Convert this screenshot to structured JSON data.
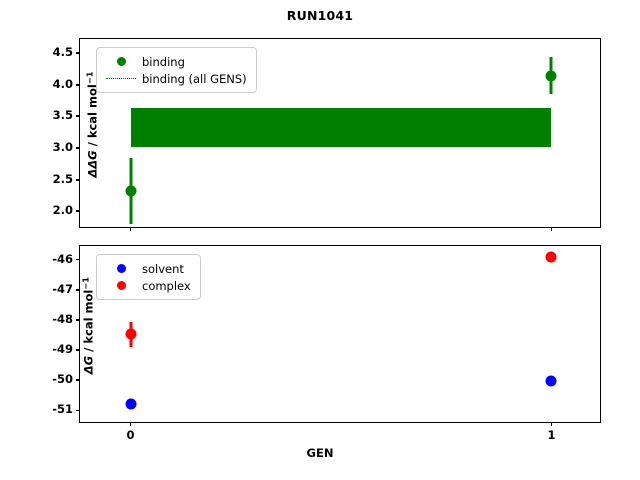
{
  "figure": {
    "title": "RUN1041",
    "xlabel": "GEN",
    "colors": {
      "binding": "#008000",
      "binding_band": "#008000",
      "solvent": "#0000ff",
      "complex": "#ff0000",
      "axis": "#000000",
      "background": "#ffffff"
    }
  },
  "top_panel": {
    "ylabel": "ΔΔG / kcal mol⁻¹",
    "yticks": [
      "2.0",
      "2.5",
      "3.0",
      "3.5",
      "4.0",
      "4.5"
    ],
    "xticks": [
      "0",
      "1"
    ],
    "legend": [
      {
        "label": "binding",
        "marker": "dot",
        "color": "#008000"
      },
      {
        "label": "binding (all GENS)",
        "marker": "dotted-line",
        "color": "#008000"
      }
    ]
  },
  "bottom_panel": {
    "ylabel": "ΔG / kcal mol⁻¹",
    "yticks": [
      "-51",
      "-50",
      "-49",
      "-48",
      "-47",
      "-46"
    ],
    "xticks": [
      "0",
      "1"
    ],
    "legend": [
      {
        "label": "solvent",
        "marker": "dot",
        "color": "#0000ff"
      },
      {
        "label": "complex",
        "marker": "dot",
        "color": "#ff0000"
      }
    ]
  },
  "chart_data": [
    {
      "type": "scatter",
      "panel": "top",
      "title": "RUN1041",
      "xlabel": "GEN",
      "ylabel": "ΔΔG / kcal mol⁻¹",
      "x": [
        0,
        1
      ],
      "xticklabels": [
        "0",
        "1"
      ],
      "xlim": [
        -0.12,
        1.12
      ],
      "ylim": [
        1.72,
        4.72
      ],
      "yticks": [
        2.0,
        2.5,
        3.0,
        3.5,
        4.0,
        4.5
      ],
      "grid": false,
      "legend_position": "upper left",
      "series": [
        {
          "name": "binding",
          "color": "#008000",
          "marker": "o",
          "values": [
            2.32,
            4.14
          ],
          "yerr": [
            0.52,
            0.29
          ]
        },
        {
          "name": "binding (all GENS)",
          "color": "#008000",
          "style": "dotted-line-with-band",
          "band_center": 3.32,
          "band_low": 3.01,
          "band_high": 3.63,
          "x_span": [
            0,
            1
          ]
        }
      ]
    },
    {
      "type": "scatter",
      "panel": "bottom",
      "xlabel": "GEN",
      "ylabel": "ΔG / kcal mol⁻¹",
      "x": [
        0,
        1
      ],
      "xticklabels": [
        "0",
        "1"
      ],
      "xlim": [
        -0.12,
        1.12
      ],
      "ylim": [
        -51.45,
        -45.55
      ],
      "yticks": [
        -51,
        -50,
        -49,
        -48,
        -47,
        -46
      ],
      "grid": false,
      "legend_position": "upper left",
      "series": [
        {
          "name": "solvent",
          "color": "#0000ff",
          "marker": "o",
          "values": [
            -50.78,
            -50.02
          ],
          "yerr": [
            0.04,
            0.04
          ]
        },
        {
          "name": "complex",
          "color": "#ff0000",
          "marker": "o",
          "values": [
            -48.48,
            -45.92
          ],
          "yerr": [
            0.42,
            0.16
          ]
        }
      ]
    }
  ]
}
